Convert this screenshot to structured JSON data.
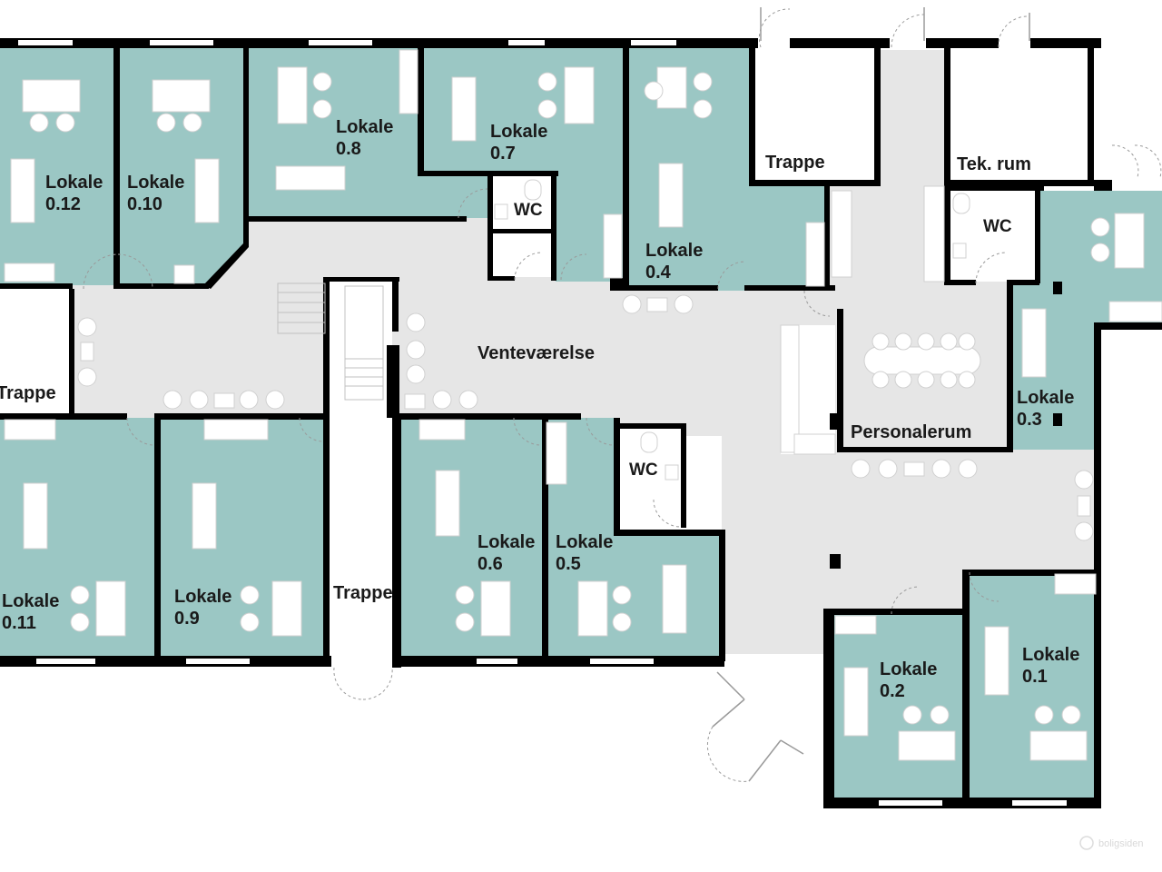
{
  "plan": {
    "rooms": [
      {
        "id": "r012",
        "name": "Lokale",
        "number": "0.12"
      },
      {
        "id": "r010",
        "name": "Lokale",
        "number": "0.10"
      },
      {
        "id": "r08",
        "name": "Lokale",
        "number": "0.8"
      },
      {
        "id": "r07",
        "name": "Lokale",
        "number": "0.7"
      },
      {
        "id": "r04",
        "name": "Lokale",
        "number": "0.4"
      },
      {
        "id": "r03",
        "name": "Lokale",
        "number": "0.3"
      },
      {
        "id": "r011",
        "name": "Lokale",
        "number": "0.11"
      },
      {
        "id": "r09",
        "name": "Lokale",
        "number": "0.9"
      },
      {
        "id": "r06",
        "name": "Lokale",
        "number": "0.6"
      },
      {
        "id": "r05",
        "name": "Lokale",
        "number": "0.5"
      },
      {
        "id": "r02",
        "name": "Lokale",
        "number": "0.2"
      },
      {
        "id": "r01",
        "name": "Lokale",
        "number": "0.1"
      }
    ],
    "labels": {
      "trappe_top": "Trappe",
      "tek_rum": "Tek. rum",
      "trappe_left": "Trappe",
      "trappe_center": "Trappe",
      "wc_1": "WC",
      "wc_2": "WC",
      "wc_3": "WC",
      "venteverelse": "Venteværelse",
      "personalerum": "Personalerum"
    },
    "watermark": "boligsiden"
  }
}
